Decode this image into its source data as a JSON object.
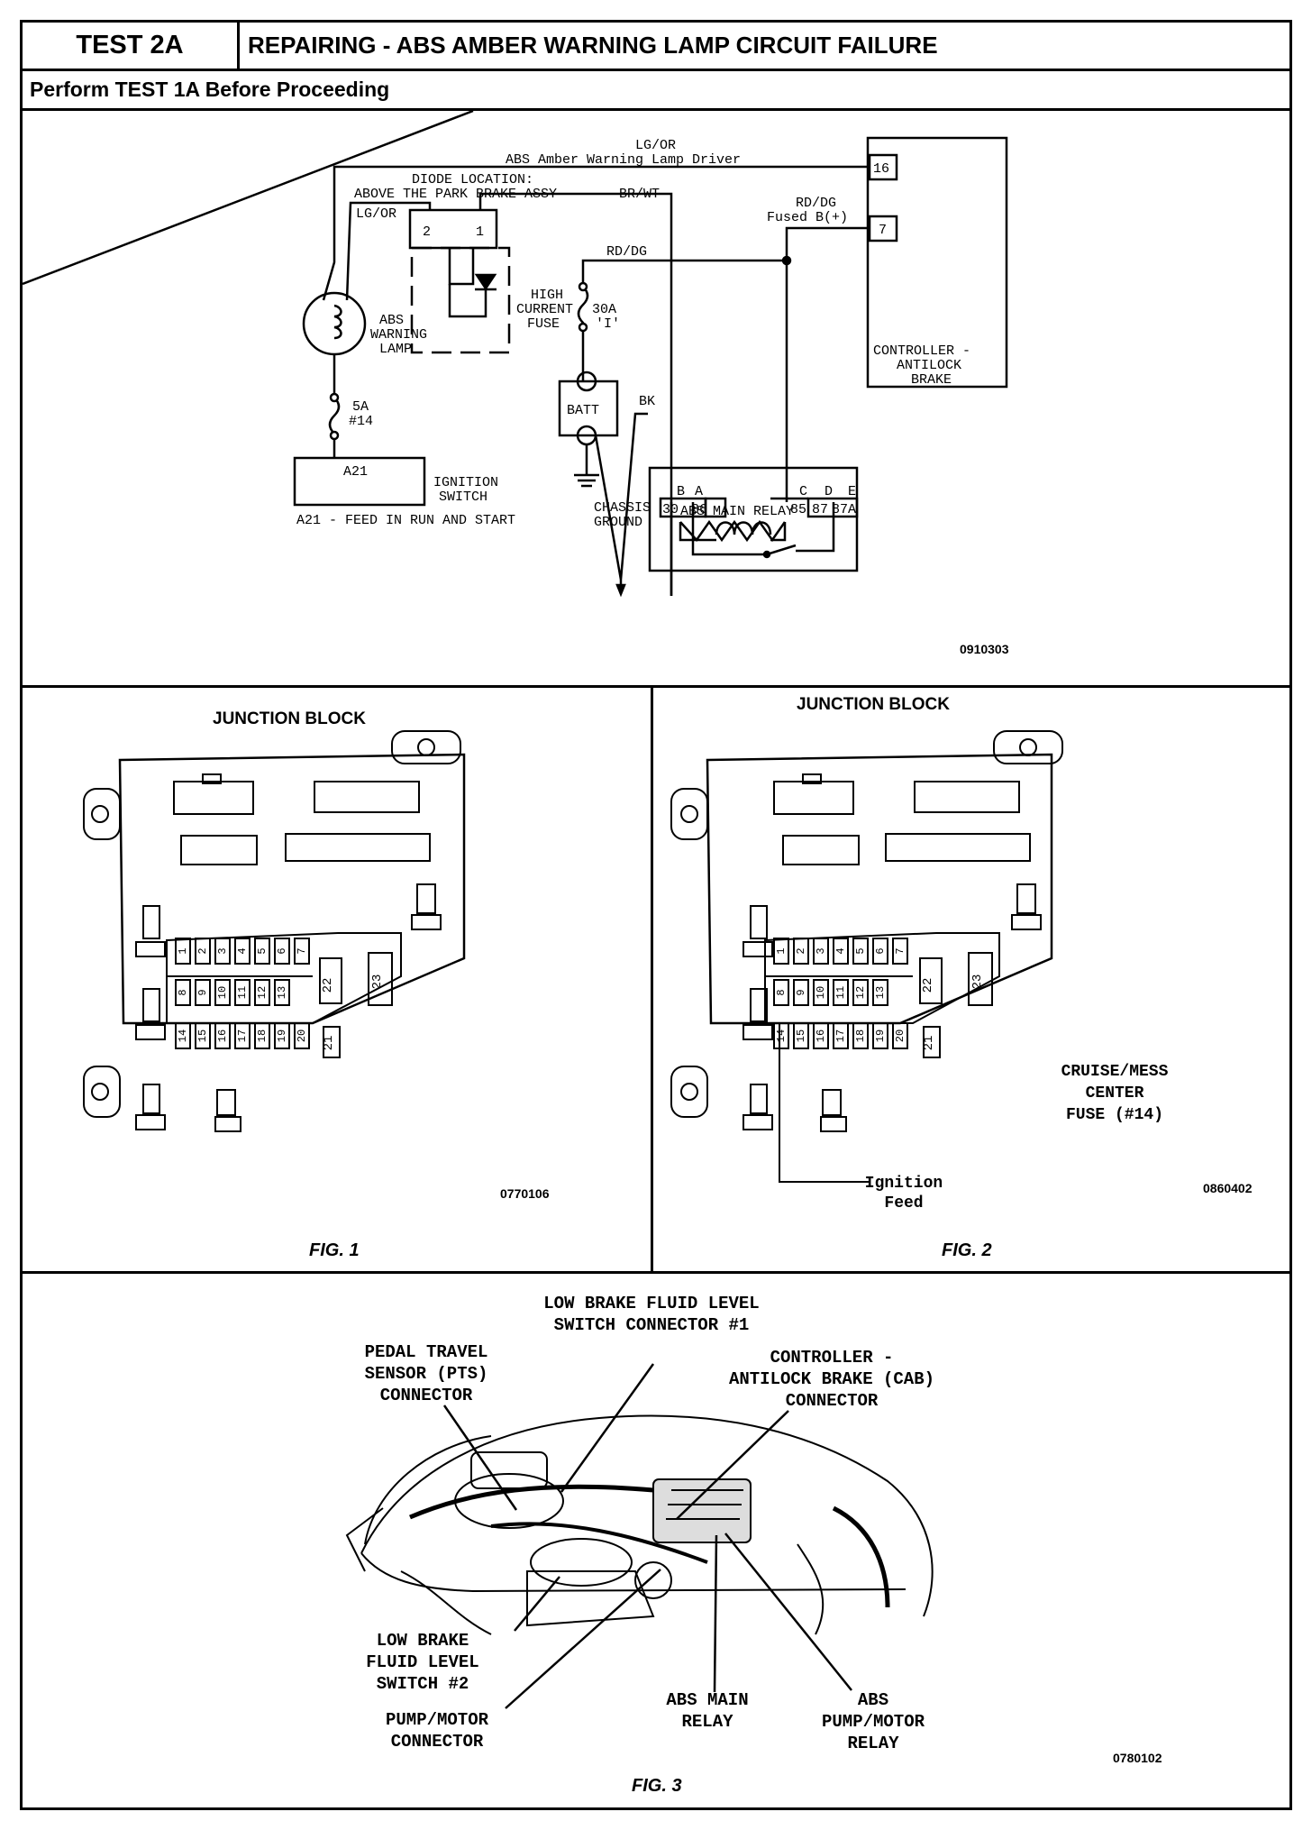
{
  "header": {
    "test_id": "TEST 2A",
    "title": "REPAIRING - ABS AMBER WARNING LAMP CIRCUIT FAILURE",
    "prereq": "Perform TEST 1A Before Proceeding"
  },
  "schematic": {
    "wire_lgor_top": "LG/OR",
    "driver_label": "ABS Amber Warning Lamp Driver",
    "diode_loc_1": "DIODE LOCATION:",
    "diode_loc_2": "ABOVE THE PARK BRAKE ASSY",
    "wire_brwt": "BR/WT",
    "wire_lgor_left": "LG/OR",
    "diode_pin2": "2",
    "diode_pin1": "1",
    "wire_rddg_mid": "RD/DG",
    "wire_rddg_right": "RD/DG",
    "fused_label": "Fused B(+)",
    "pin16": "16",
    "pin7": "7",
    "controller_1": "CONTROLLER -",
    "controller_2": "ANTILOCK",
    "controller_3": "BRAKE",
    "hcf_1": "HIGH",
    "hcf_2": "CURRENT",
    "hcf_3": "FUSE",
    "fuse30_1": "30A",
    "fuse30_2": "'I'",
    "lamp_1": "ABS",
    "lamp_2": "WARNING",
    "lamp_3": "LAMP",
    "fuse5_1": "5A",
    "fuse5_2": "#14",
    "batt": "BATT",
    "bk": "BK",
    "relay_letters": [
      "B",
      "A",
      "C",
      "D",
      "E"
    ],
    "relay_pins": [
      "30",
      "86",
      "85",
      "87",
      "87A"
    ],
    "a21": "A21",
    "ign_1": "IGNITION",
    "ign_2": "SWITCH",
    "a21_feed": "A21 - FEED IN RUN AND START",
    "chassis_1": "CHASSIS",
    "chassis_2": "GROUND",
    "relay_name": "ABS MAIN RELAY",
    "code": "0910303"
  },
  "fig1": {
    "title": "JUNCTION BLOCK",
    "row1": [
      "1",
      "2",
      "3",
      "4",
      "5",
      "6",
      "7"
    ],
    "row2": [
      "8",
      "9",
      "10",
      "11",
      "12",
      "13"
    ],
    "row3": [
      "14",
      "15",
      "16",
      "17",
      "18",
      "19",
      "20"
    ],
    "f21": "21",
    "f22": "22",
    "f23": "23",
    "code": "0770106",
    "caption": "FIG. 1"
  },
  "fig2": {
    "title": "JUNCTION BLOCK",
    "row1": [
      "1",
      "2",
      "3",
      "4",
      "5",
      "6",
      "7"
    ],
    "row2": [
      "8",
      "9",
      "10",
      "11",
      "12",
      "13"
    ],
    "row3": [
      "14",
      "15",
      "16",
      "17",
      "18",
      "19",
      "20"
    ],
    "f21": "21",
    "f22": "22",
    "f23": "23",
    "cruise_1": "CRUISE/MESS",
    "cruise_2": "CENTER",
    "cruise_3": "FUSE (#14)",
    "ign_1": "Ignition",
    "ign_2": "Feed",
    "code": "0860402",
    "caption": "FIG. 2"
  },
  "fig3": {
    "lbf1_1": "LOW BRAKE FLUID LEVEL",
    "lbf1_2": "SWITCH CONNECTOR #1",
    "pts_1": "PEDAL TRAVEL",
    "pts_2": "SENSOR (PTS)",
    "pts_3": "CONNECTOR",
    "cab_1": "CONTROLLER -",
    "cab_2": "ANTILOCK BRAKE (CAB)",
    "cab_3": "CONNECTOR",
    "lbf2_1": "LOW BRAKE",
    "lbf2_2": "FLUID LEVEL",
    "lbf2_3": "SWITCH #2",
    "pump_1": "PUMP/MOTOR",
    "pump_2": "CONNECTOR",
    "main_1": "ABS MAIN",
    "main_2": "RELAY",
    "pmr_1": "ABS",
    "pmr_2": "PUMP/MOTOR",
    "pmr_3": "RELAY",
    "code": "0780102",
    "caption": "FIG. 3"
  }
}
